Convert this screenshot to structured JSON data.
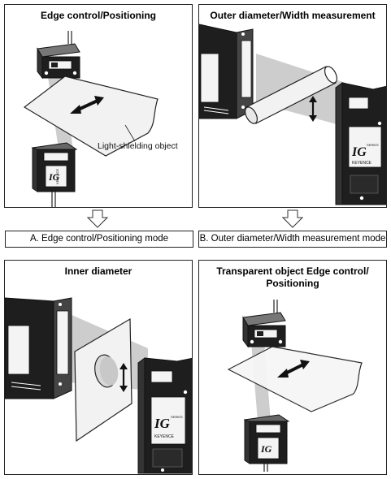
{
  "panels": {
    "edge": {
      "title": "Edge control/Positioning",
      "callout": "Light-shielding object"
    },
    "outer": {
      "title": "Outer diameter/Width measurement"
    },
    "inner": {
      "title": "Inner diameter"
    },
    "transparent": {
      "title_line1": "Transparent object Edge control/",
      "title_line2": "Positioning"
    }
  },
  "modes": {
    "a": "A. Edge control/Positioning mode",
    "b": "B. Outer diameter/Width measurement mode"
  },
  "device_text": {
    "logo": "IG",
    "series": "SERIES",
    "brand": "KEYENCE"
  },
  "colors": {
    "beam": "#c8c8c8",
    "device_dark": "#1e1e1e",
    "device_mid": "#5a5a5a",
    "plate": "#f2f2f2"
  }
}
